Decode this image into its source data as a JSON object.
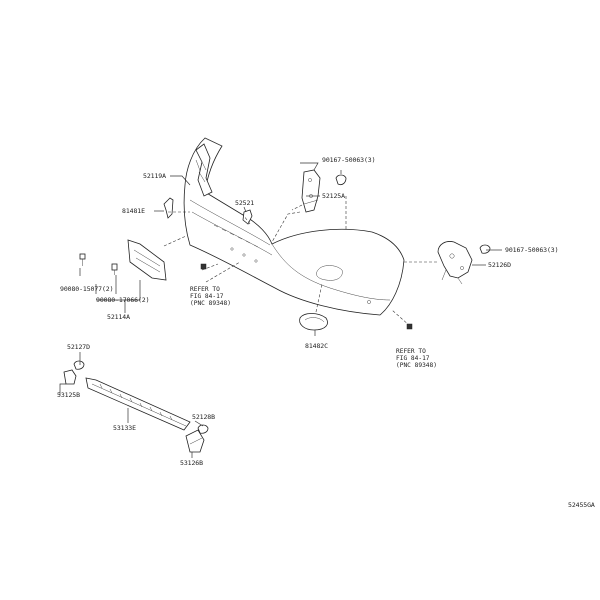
{
  "labels": {
    "p52119A": "52119A",
    "p81481E": "81481E",
    "p52521": "52521",
    "p90167_tr": "90167-50063(3)",
    "p52125A": "52125A",
    "p90167_r": "90167-50063(3)",
    "p52126D": "52126D",
    "p90080_15077": "90080-15077(2)",
    "p90080_17066": "90080-17066(2)",
    "p52114A": "52114A",
    "p81482C": "81482C",
    "p52127D": "52127D",
    "p53125B": "53125B",
    "p53133E": "53133E",
    "p52128B": "52128B",
    "p53126B": "53126B",
    "diagram_id": "52455GA"
  },
  "refer_notes": {
    "center": {
      "line1": "REFER TO",
      "line2": "FIG 84-17",
      "line3": "(PNC 89348)"
    },
    "right": {
      "line1": "REFER TO",
      "line2": "FIG 84-17",
      "line3": "(PNC 89348)"
    }
  }
}
